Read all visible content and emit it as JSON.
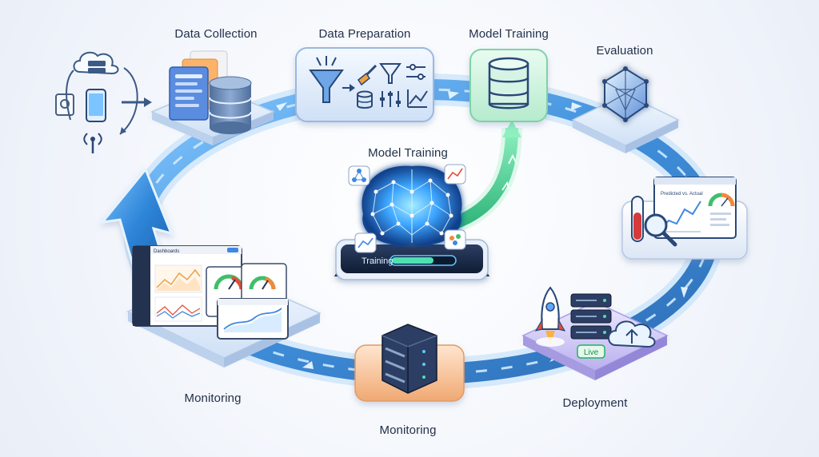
{
  "stages": {
    "data_collection": "Data Collection",
    "data_preparation": "Data Preparation",
    "model_training_top": "Model Training",
    "evaluation": "Evaluation",
    "model_training_center": "Model Training",
    "training_status": "Training",
    "monitoring_left": "Monitoring",
    "monitoring_bottom": "Monitoring",
    "deployment": "Deployment",
    "live_badge": "Live"
  },
  "dashboard": {
    "title": "Dashboards",
    "chart_label": "Predicted vs. Actual"
  },
  "icons": {
    "collection": [
      "cloud-server-icon",
      "smartphone-icon",
      "sensor-icon",
      "antenna-icon",
      "documents-icon",
      "database-icon"
    ],
    "preparation": [
      "funnel-icon",
      "brush-icon",
      "filter-icon",
      "sliders-icon",
      "trend-icon"
    ],
    "training": [
      "database-icon",
      "brain-network-icon",
      "line-chart-icon",
      "node-graph-icon"
    ],
    "evaluation": [
      "crystal-icon",
      "test-tube-icon",
      "magnifier-icon",
      "gauge-icon"
    ],
    "deployment": [
      "rocket-icon",
      "server-icon",
      "cloud-upload-icon"
    ],
    "monitoring": [
      "dashboard-icon",
      "gauge-icon",
      "server-icon"
    ]
  },
  "colors": {
    "flow_blue": "#2f86d8",
    "flow_green": "#3fcf8e",
    "accent_glow": "#5ec8ff",
    "live_green": "#22b45a",
    "monitor_orange": "#f0a872",
    "deploy_purple": "#9a8ee0"
  }
}
